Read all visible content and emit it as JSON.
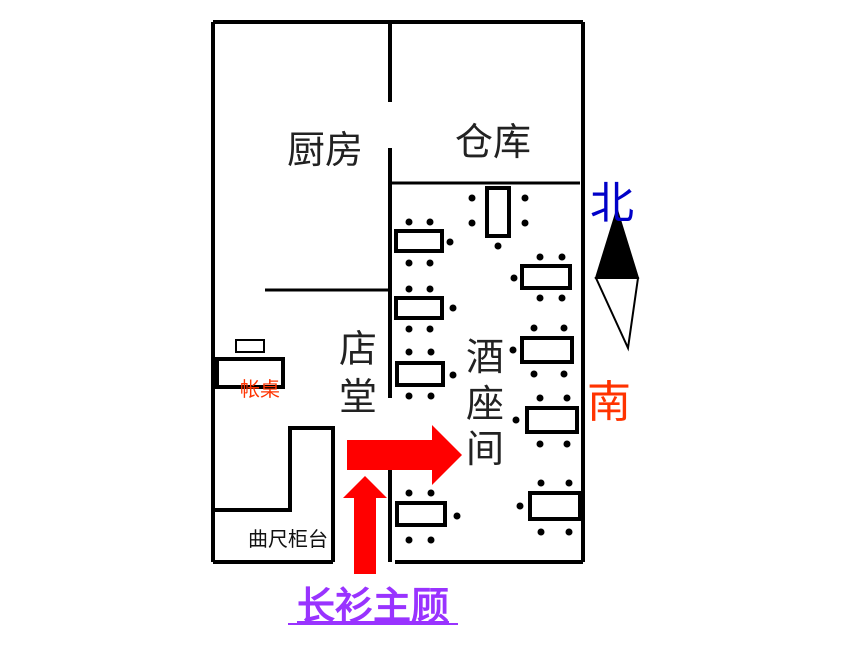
{
  "rooms": {
    "kitchen": "厨房",
    "storage": "仓库",
    "hall_top": "店",
    "hall_bottom": "堂",
    "bar_line1": "酒",
    "bar_line2": "座",
    "bar_line3": "间",
    "desk": "帐桌",
    "counter": "曲尺柜台"
  },
  "compass": {
    "north": "北",
    "south": "南"
  },
  "caption": "长衫主顾",
  "colors": {
    "wall": "#000000",
    "arrow": "#ff0000",
    "north": "#0000c8",
    "south": "#ff3300",
    "desk_label": "#ff3300",
    "caption": "#9933ff"
  }
}
